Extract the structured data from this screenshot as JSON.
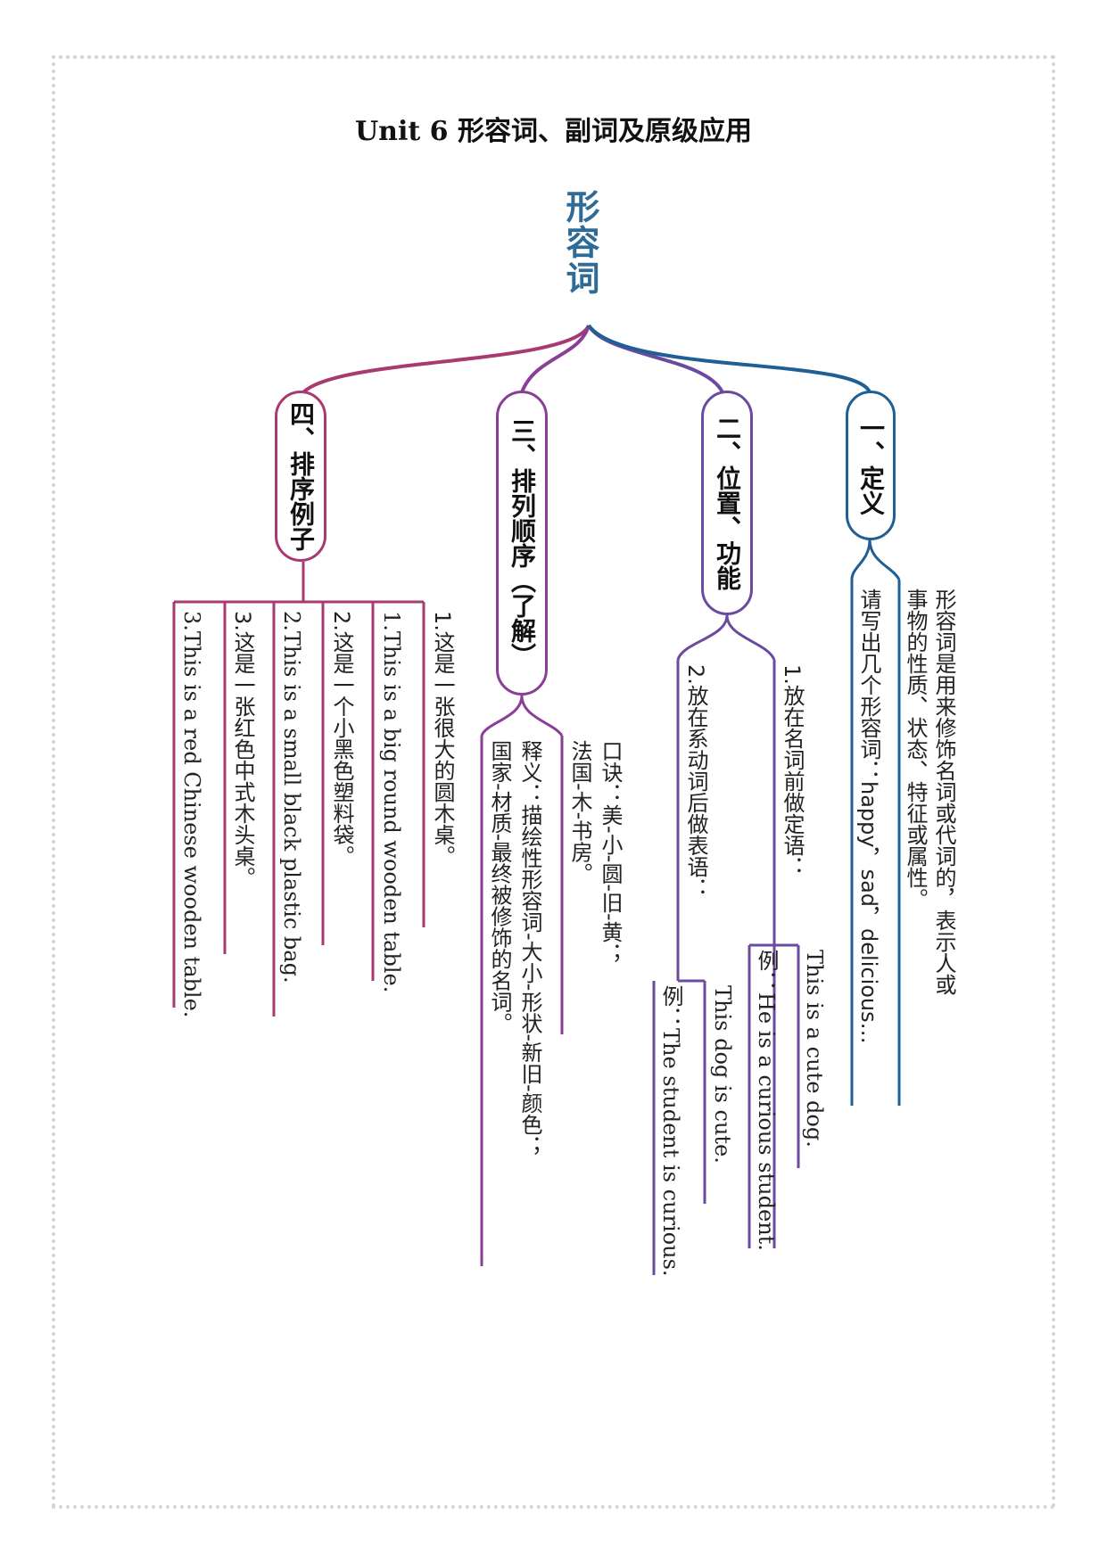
{
  "page_title": "Unit 6  形容词、副词及原级应用",
  "root": "形容词",
  "colors": {
    "branch_1": "#1f5f96",
    "branch_2": "#6b4aa0",
    "branch_3": "#8a3f96",
    "branch_4": "#a83a72"
  },
  "branches": [
    {
      "label": "一、定义",
      "items": [
        "形容词是用来修饰名词或代词的，表示人或",
        "事物的性质、状态、特征或属性。",
        "请写出几个形容词：happy，sad，delicious…"
      ]
    },
    {
      "label": "二、位置、功能",
      "items": [
        "1.放在名词前做定语：",
        "This is a cute dog.",
        "例：He is a curious student.",
        "2.放在系动词后做表语：",
        "This dog is cute.",
        "例：The student is curious."
      ]
    },
    {
      "label": "三、排列顺序（了解）",
      "items": [
        "口诀：美-小-圆-旧-黄；",
        "法国-木-书房。",
        "释义：描绘性形容词-大小-形状-新旧-颜色；",
        "国家-材质-最终被修饰的名词。"
      ]
    },
    {
      "label": "四、排序例子",
      "items": [
        "1.这是一张很大的圆木桌。",
        "1.This is a big round wooden table.",
        "2.这是一个小黑色塑料袋。",
        "2.This is a small black plastic bag.",
        "3.这是一张红色中式木头桌。",
        "3.This is a red Chinese wooden table."
      ]
    }
  ]
}
